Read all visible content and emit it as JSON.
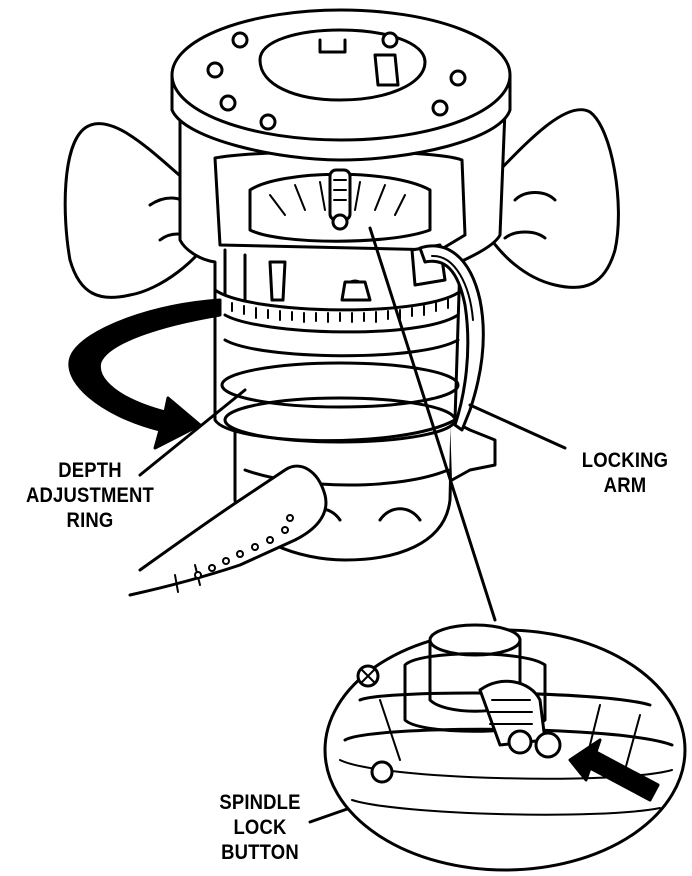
{
  "labels": {
    "depth_ring": [
      "DEPTH",
      "ADJUSTMENT",
      "RING"
    ],
    "locking_arm": [
      "LOCKING",
      "ARM"
    ],
    "spindle_lock": [
      "SPINDLE",
      "LOCK",
      "BUTTON"
    ]
  },
  "colors": {
    "line": "#000000",
    "fill": "#ffffff"
  },
  "icons": [
    "rotation-arrow-icon",
    "push-arrow-icon",
    "screw-icon"
  ]
}
